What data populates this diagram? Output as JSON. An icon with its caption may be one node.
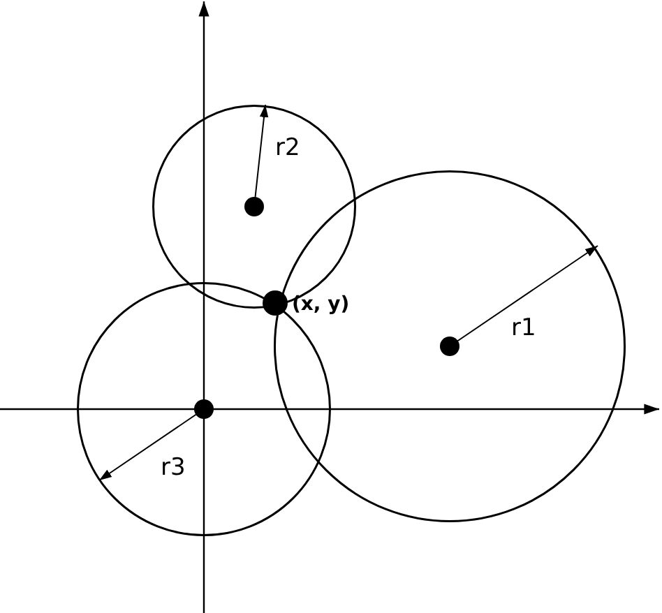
{
  "diagram": {
    "nodes": [
      {
        "text": [
          "r2"
        ]
      },
      {
        "text": [
          "r1"
        ]
      },
      {
        "text": [
          "r3"
        ]
      }
    ],
    "labels": [
      "(x, y)"
    ]
  }
}
